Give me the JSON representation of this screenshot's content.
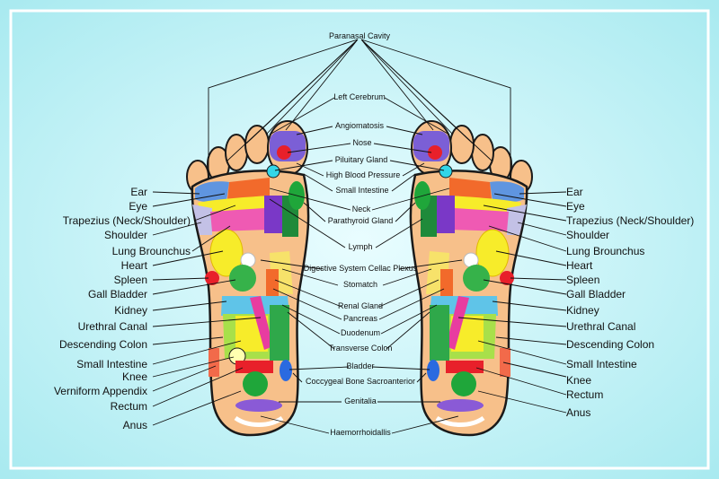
{
  "colors": {
    "background": "#c9f3f6",
    "frame": "#ffffff",
    "foot_outline": "#1a1a1a",
    "leader_line": "#111111"
  },
  "labels": {
    "top": "Paranasal Cavity",
    "left": [
      "Ear",
      "Eye",
      "Trapezius (Neck/Shoulder)",
      "Shoulder",
      "Lung Brounchus",
      "Heart",
      "Spleen",
      "Gall Bladder",
      "Kidney",
      "Urethral Canal",
      "Descending Colon",
      "Small Intestine",
      "Knee",
      "Verniform Appendix",
      "Rectum",
      "Anus"
    ],
    "right": [
      "Ear",
      "Eye",
      "Trapezius (Neck/Shoulder)",
      "Shoulder",
      "Lung Brounchus",
      "Heart",
      "Spleen",
      "Gall Bladder",
      "Kidney",
      "Urethral Canal",
      "Descending Colon",
      "Small Intestine",
      "Knee",
      "Rectum",
      "Anus"
    ],
    "center": [
      "Left Cerebrum",
      "Angiomatosis",
      "Nose",
      "Piluitary Gland",
      "High Blood Pressure",
      "Small Intestine",
      "Neck",
      "Parathyroid Gland",
      "Lymph",
      "Digestive System Cellac Plexus",
      "Stomatch",
      "Renal Gland",
      "Pancreas",
      "Duodenum",
      "Transverse Colon",
      "Bladder",
      "Coccygeal Bone Sacroanterior",
      "Genitalia",
      "Haemorrhoidallis"
    ]
  }
}
